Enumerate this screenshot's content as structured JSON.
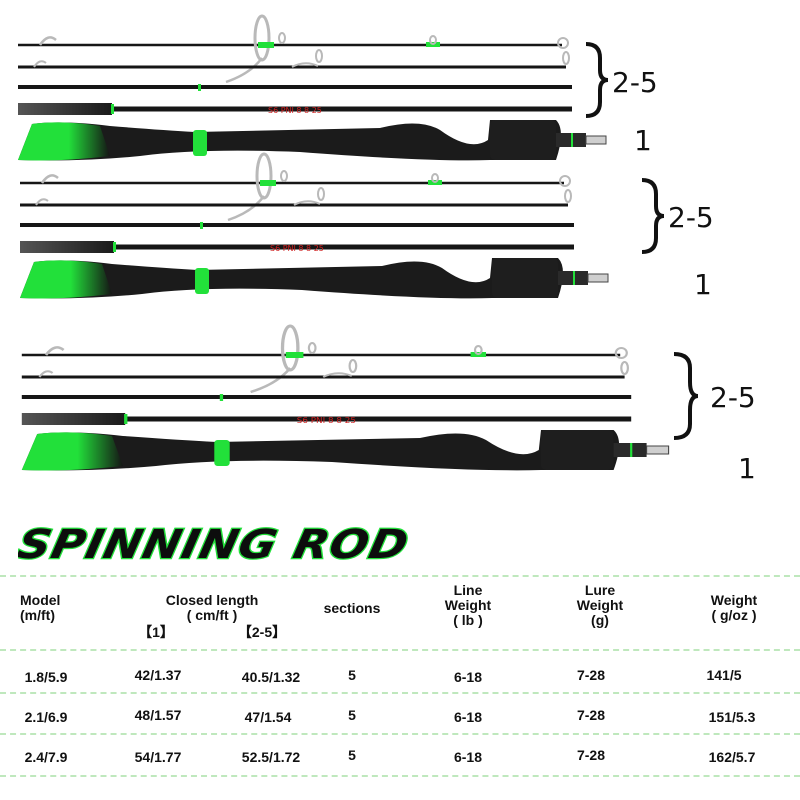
{
  "labels": {
    "sections_label": "2-5",
    "handle_label": "1"
  },
  "headline": "SPINNING ROD",
  "rod_print": "S6 PNI 8 8 25",
  "colors": {
    "accent_green": "#22e03a",
    "rod_black": "#161616",
    "guide_silver": "#b9b9b9",
    "divider_green": "#bfe8bd"
  },
  "table": {
    "headers": {
      "model": [
        "Model",
        "(m/ft)"
      ],
      "closed": [
        "Closed length",
        "( cm/ft )"
      ],
      "closed_sub": [
        "【1】",
        "【2-5】"
      ],
      "sections": "sections",
      "line": [
        "Line",
        "Weight",
        "( lb )"
      ],
      "lure": [
        "Lure",
        "Weight",
        "(g)"
      ],
      "weight": [
        "Weight",
        "( g/oz )"
      ]
    },
    "rows": [
      {
        "model": "1.8/5.9",
        "len1": "42/1.37",
        "len25": "40.5/1.32",
        "sections": "5",
        "line": "6-18",
        "lure": "7-28",
        "weight": "141/5"
      },
      {
        "model": "2.1/6.9",
        "len1": "48/1.57",
        "len25": "47/1.54",
        "sections": "5",
        "line": "6-18",
        "lure": "7-28",
        "weight": "151/5.3"
      },
      {
        "model": "2.4/7.9",
        "len1": "54/1.77",
        "len25": "52.5/1.72",
        "sections": "5",
        "line": "6-18",
        "lure": "7-28",
        "weight": "162/5.7"
      }
    ]
  }
}
